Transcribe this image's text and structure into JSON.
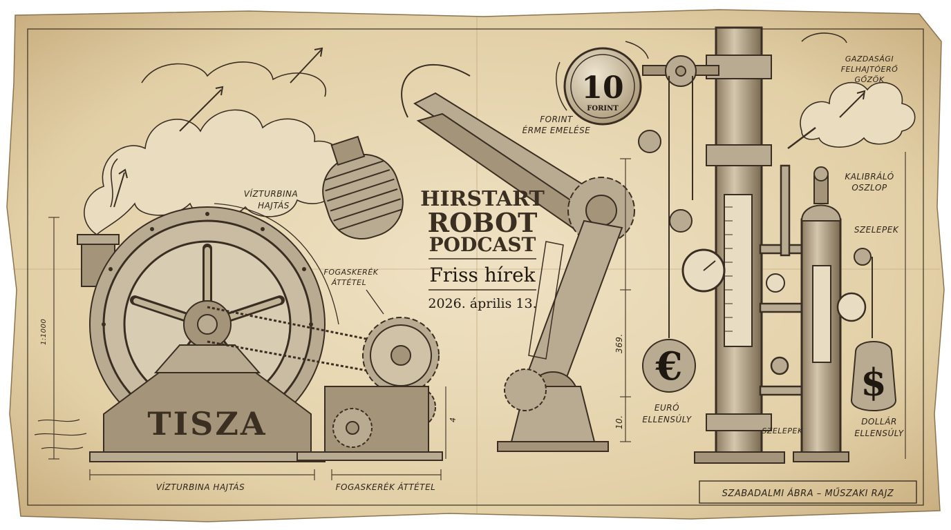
{
  "header": {
    "title_line1": "HIRSTART",
    "title_line2": "ROBOT",
    "title_line3": "PODCAST",
    "subtitle": "Friss hírek",
    "date": "2026. április 13."
  },
  "labels": {
    "turbine_top": [
      "VÍZTURBINA",
      "HAJTÁS"
    ],
    "gear_top": [
      "FOGASKERÉK",
      "ÁTTÉTEL"
    ],
    "turbine_bottom": "VÍZTURBINA HAJTÁS",
    "gear_bottom": "FOGASKERÉK ÁTTÉTEL",
    "coin_caption": [
      "FORINT",
      "ÉRME EMELÉSE"
    ],
    "steam": [
      "GAZDASÁGI",
      "FELHAJTÓERŐ",
      "GŐZÖK"
    ],
    "calibration": [
      "KALIBRÁLÓ",
      "OSZLOP"
    ],
    "valves_right": "SZELEPEK",
    "valves_bottom": "SZELEPEK",
    "euro_weight": [
      "EURÓ",
      "ELLENSÚLY"
    ],
    "dollar_weight": [
      "DOLLÁR",
      "ELLENSÚLY"
    ],
    "footer": "SZABADALMI ÁBRA – MŰSZAKI RAJZ",
    "turbine_name": "TISZA"
  },
  "coin": {
    "value": "10",
    "unit": "FORINT"
  },
  "symbols": {
    "euro": "€",
    "dollar": "$"
  },
  "dimensions": {
    "scale": "1:1000",
    "h369": "369.",
    "h10": "10.",
    "h4": "4"
  },
  "colors": {
    "paper": "#e6d6b4",
    "ink": "#3a2e22",
    "metal": "#b9ab92"
  }
}
